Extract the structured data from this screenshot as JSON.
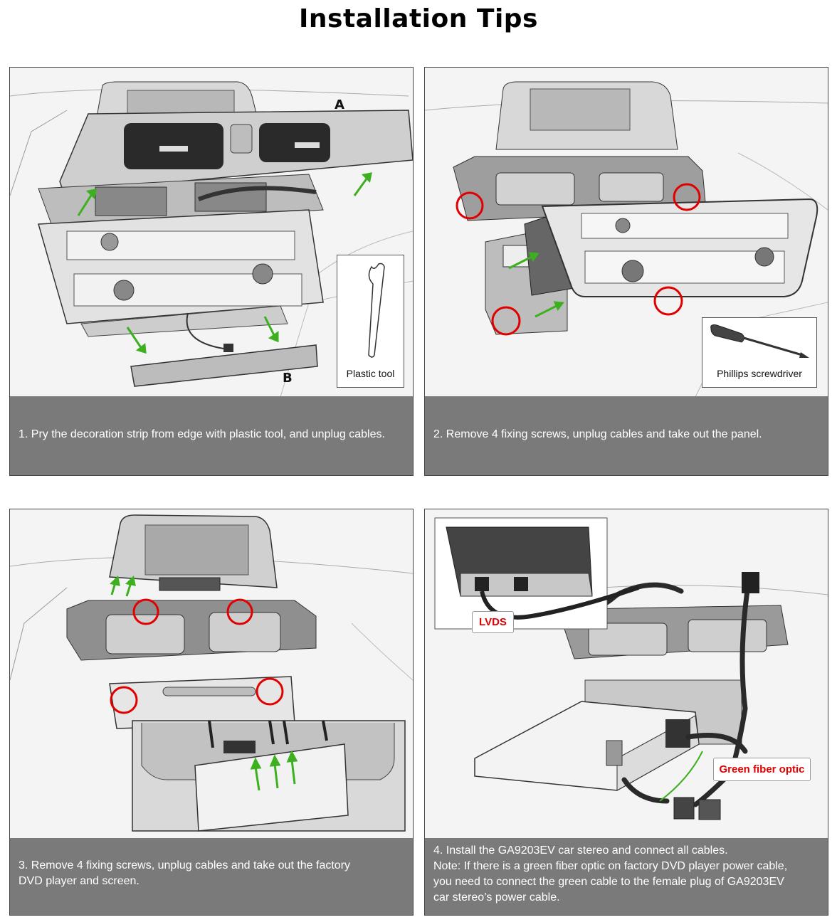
{
  "title": "Installation Tips",
  "colors": {
    "caption_bg": "#7a7a7a",
    "arrow": "#3cb01e",
    "circle": "#e10000",
    "tag_text": "#e10000"
  },
  "steps": [
    {
      "caption": "1. Pry the decoration strip from edge with plastic tool, and unplug cables.",
      "labels": {
        "a": "A",
        "b": "B"
      },
      "tool": {
        "name": "Plastic tool",
        "icon": "plastic-tool-icon"
      }
    },
    {
      "caption": "2. Remove 4 fixing screws, unplug cables and take out the panel.",
      "tool": {
        "name": "Phillips screwdriver",
        "icon": "screwdriver-icon"
      }
    },
    {
      "caption_line1": "3. Remove 4 fixing screws, unplug cables and take out the factory",
      "caption_line2": "DVD player and screen."
    },
    {
      "caption_line1": "4. Install the GA9203EV car stereo and connect all cables.",
      "caption_line2": "Note: If there is a green fiber optic on factory DVD player power cable,",
      "caption_line3": "you need to connect the green cable to the female plug of GA9203EV",
      "caption_line4": "car stereo’s power cable.",
      "tags": {
        "lvds": "LVDS",
        "fiber": "Green fiber optic"
      }
    }
  ]
}
